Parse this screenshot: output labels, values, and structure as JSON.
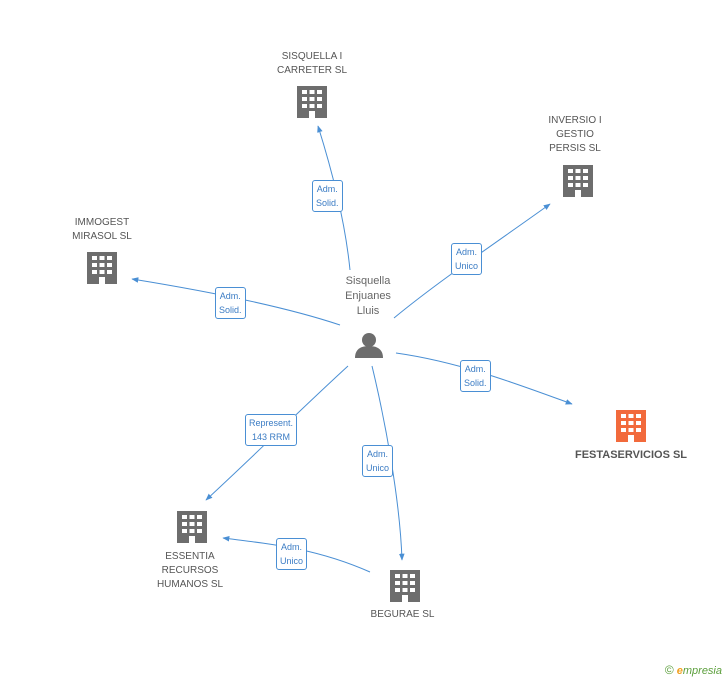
{
  "person": {
    "name": "Sisquella\nEnjuanes\nLluis"
  },
  "companies": {
    "sisquella_carreter": "SISQUELLA I\nCARRETER SL",
    "inversio_gestio": "INVERSIO I\nGESTIO\nPERSIS SL",
    "immogest": "IMMOGEST\nMIRASOL  SL",
    "festaservicios": "FESTASERVICIOS SL",
    "essentia": "ESSENTIA\nRECURSOS\nHUMANOS SL",
    "begurae": "BEGURAE SL"
  },
  "edges": {
    "sisquella_carreter": "Adm.\nSolid.",
    "inversio_gestio": "Adm.\nUnico",
    "immogest": "Adm.\nSolid.",
    "festaservicios": "Adm.\nSolid.",
    "essentia": "Represent.\n143 RRM",
    "begurae": "Adm.\nUnico",
    "begurae_essentia": "Adm.\nUnico"
  },
  "colors": {
    "edge": "#4a8fd4",
    "building": "#6d6d6d",
    "building_target": "#f26a3c",
    "person": "#6d6d6d"
  },
  "footer": {
    "copyright": "©",
    "brand_initial": "e",
    "brand": "mpresia"
  }
}
